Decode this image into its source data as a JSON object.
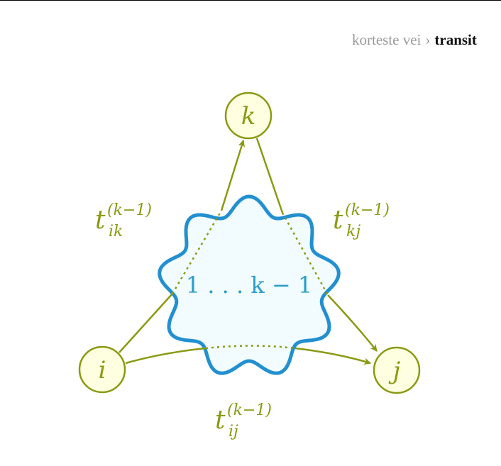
{
  "breadcrumb": {
    "parent": "korteste vei",
    "separator": "›",
    "current": "transit"
  },
  "diagram": {
    "nodes": {
      "i": "i",
      "j": "j",
      "k": "k"
    },
    "region_label": "1 . . . k − 1",
    "edge_labels": {
      "ik": {
        "base": "t",
        "sup": "(k−1)",
        "sub": "ik"
      },
      "kj": {
        "base": "t",
        "sup": "(k−1)",
        "sub": "kj"
      },
      "ij": {
        "base": "t",
        "sup": "(k−1)",
        "sub": "ij"
      }
    },
    "colors": {
      "node_stroke": "#8a9a12",
      "node_fill": "#fefee0",
      "edge": "#8a9a12",
      "region_stroke": "#2290d0",
      "region_fill": "#f2fbfe",
      "region_text": "#2a9ec8"
    }
  }
}
